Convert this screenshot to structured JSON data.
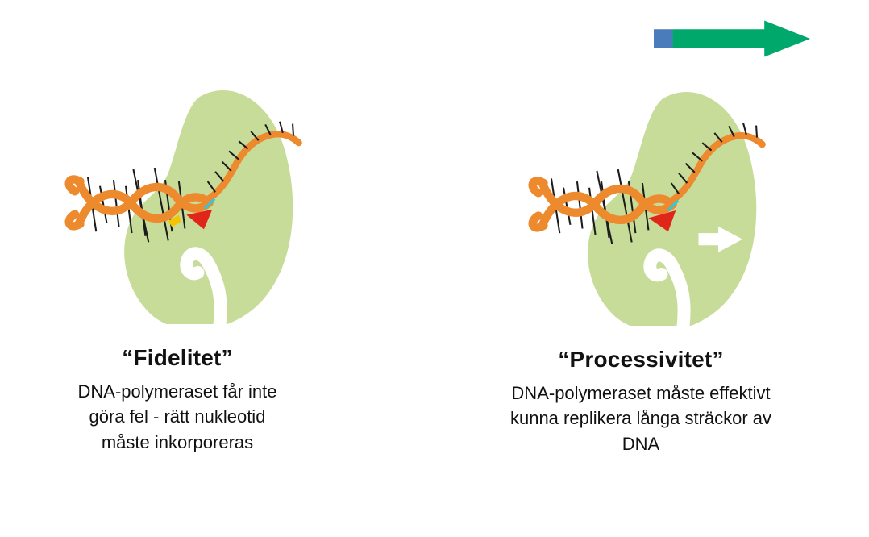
{
  "colors": {
    "polymerase_green": "#c7dc99",
    "dna_orange": "#ee8a2e",
    "nucleotide_red": "#e02619",
    "nucleotide_yellow": "#f2c500",
    "nucleotide_cyan": "#35c6d9",
    "arrow_green": "#00a96b",
    "arrow_blue": "#4a7cbb",
    "base_pair_black": "#1c1c1c"
  },
  "panels": [
    {
      "id": "fidelity",
      "title": "“Fidelitet”",
      "lines": [
        "DNA-polymeraset får inte",
        "göra fel - rätt nukleotid",
        "måste inkorporeras"
      ]
    },
    {
      "id": "processivity",
      "title": "“Processivitet”",
      "lines": [
        "DNA-polymeraset måste effektivt",
        "kunna replikera långa sträckor av",
        "DNA"
      ]
    }
  ]
}
